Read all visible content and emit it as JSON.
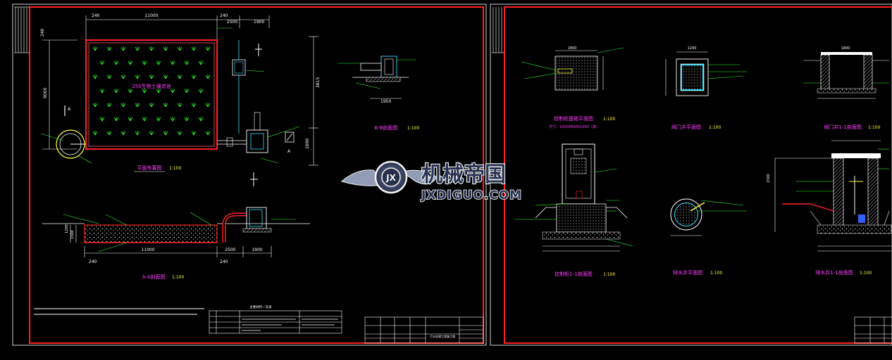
{
  "colors": {
    "background": "#000000",
    "frame": "#ff2020",
    "white": "#ffffff",
    "magenta": "#ff40ff",
    "green": "#30ff30",
    "cyan": "#30e0ff",
    "yellow": "#ffff40",
    "gray": "#b0b0b0"
  },
  "sheet1": {
    "plan_title": "平面布置图",
    "plan_scale": "1:100",
    "plan_area_label": "250生物土壤滤池",
    "section_aa_title": "A-A剖面图",
    "section_aa_scale": "1:100",
    "section_bb_title": "B-B剖面图",
    "section_bb_scale": "1:100",
    "section_mark_a": "A",
    "dim_top_240": "240",
    "dim_top_11000": "11000",
    "dim_top_240b": "240",
    "dim_top_2500": "2500",
    "dim_top_1900": "1900",
    "dim_left_9000": "9000",
    "dim_left_240": "240",
    "dim_right_3815": "3815",
    "dim_right_1690": "1690",
    "dim_bb_1950": "1950",
    "dim_aa_11000": "11000",
    "dim_aa_2500": "2500",
    "dim_aa_1900": "1900",
    "dim_aa_240": "240",
    "dim_aa_240b": "240",
    "dim_aa_1200": "1200",
    "dim_aa_1500": "1500",
    "materials_table_title": "主要材料一览表",
    "title_block_project": "污水处理工程施工图"
  },
  "sheet2": {
    "control_cabinet_plan_title": "控制柜基础平面图",
    "control_cabinet_plan_scale": "1:100",
    "control_cabinet_plan_note": "尺寸：1000X600X1000（高）",
    "valve_well_plan_title": "阀门井平面图",
    "valve_well_plan_scale": "1:100",
    "valve_well_section_title": "阀门井1-1剖面图",
    "valve_well_section_scale": "1:100",
    "cabinet_section_title": "控制柜1-1剖面图",
    "cabinet_section_scale": "1:100",
    "drain_well_plan_title": "排水井平面图",
    "drain_well_plan_scale": "1:100",
    "drain_well_section_title": "排水井1-1剖面图",
    "drain_well_section_scale": "1:100",
    "dim_1800": "1800",
    "dim_1200": "1200",
    "dim_1800b": "1800",
    "dim_1500": "1500"
  },
  "watermark": {
    "cn": "机械帝国",
    "en": "JXDIGUO.COM",
    "emblem": "JX"
  }
}
